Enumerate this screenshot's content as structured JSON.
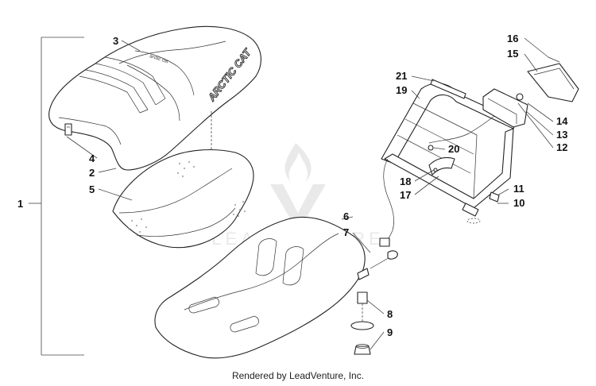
{
  "brand_text": "ARCTIC CAT",
  "seat_stitch_text": "arctic cat",
  "watermark_text": "LEADVENTURE",
  "credit": "Rendered by LeadVenture, Inc.",
  "callouts": {
    "c1": "1",
    "c2": "2",
    "c3": "3",
    "c4": "4",
    "c5": "5",
    "c6": "6",
    "c7": "7",
    "c8": "8",
    "c9": "9",
    "c10": "10",
    "c11": "11",
    "c12": "12",
    "c13": "13",
    "c14": "14",
    "c15": "15",
    "c16": "16",
    "c17": "17",
    "c18": "18",
    "c19": "19",
    "c20": "20",
    "c21": "21"
  }
}
